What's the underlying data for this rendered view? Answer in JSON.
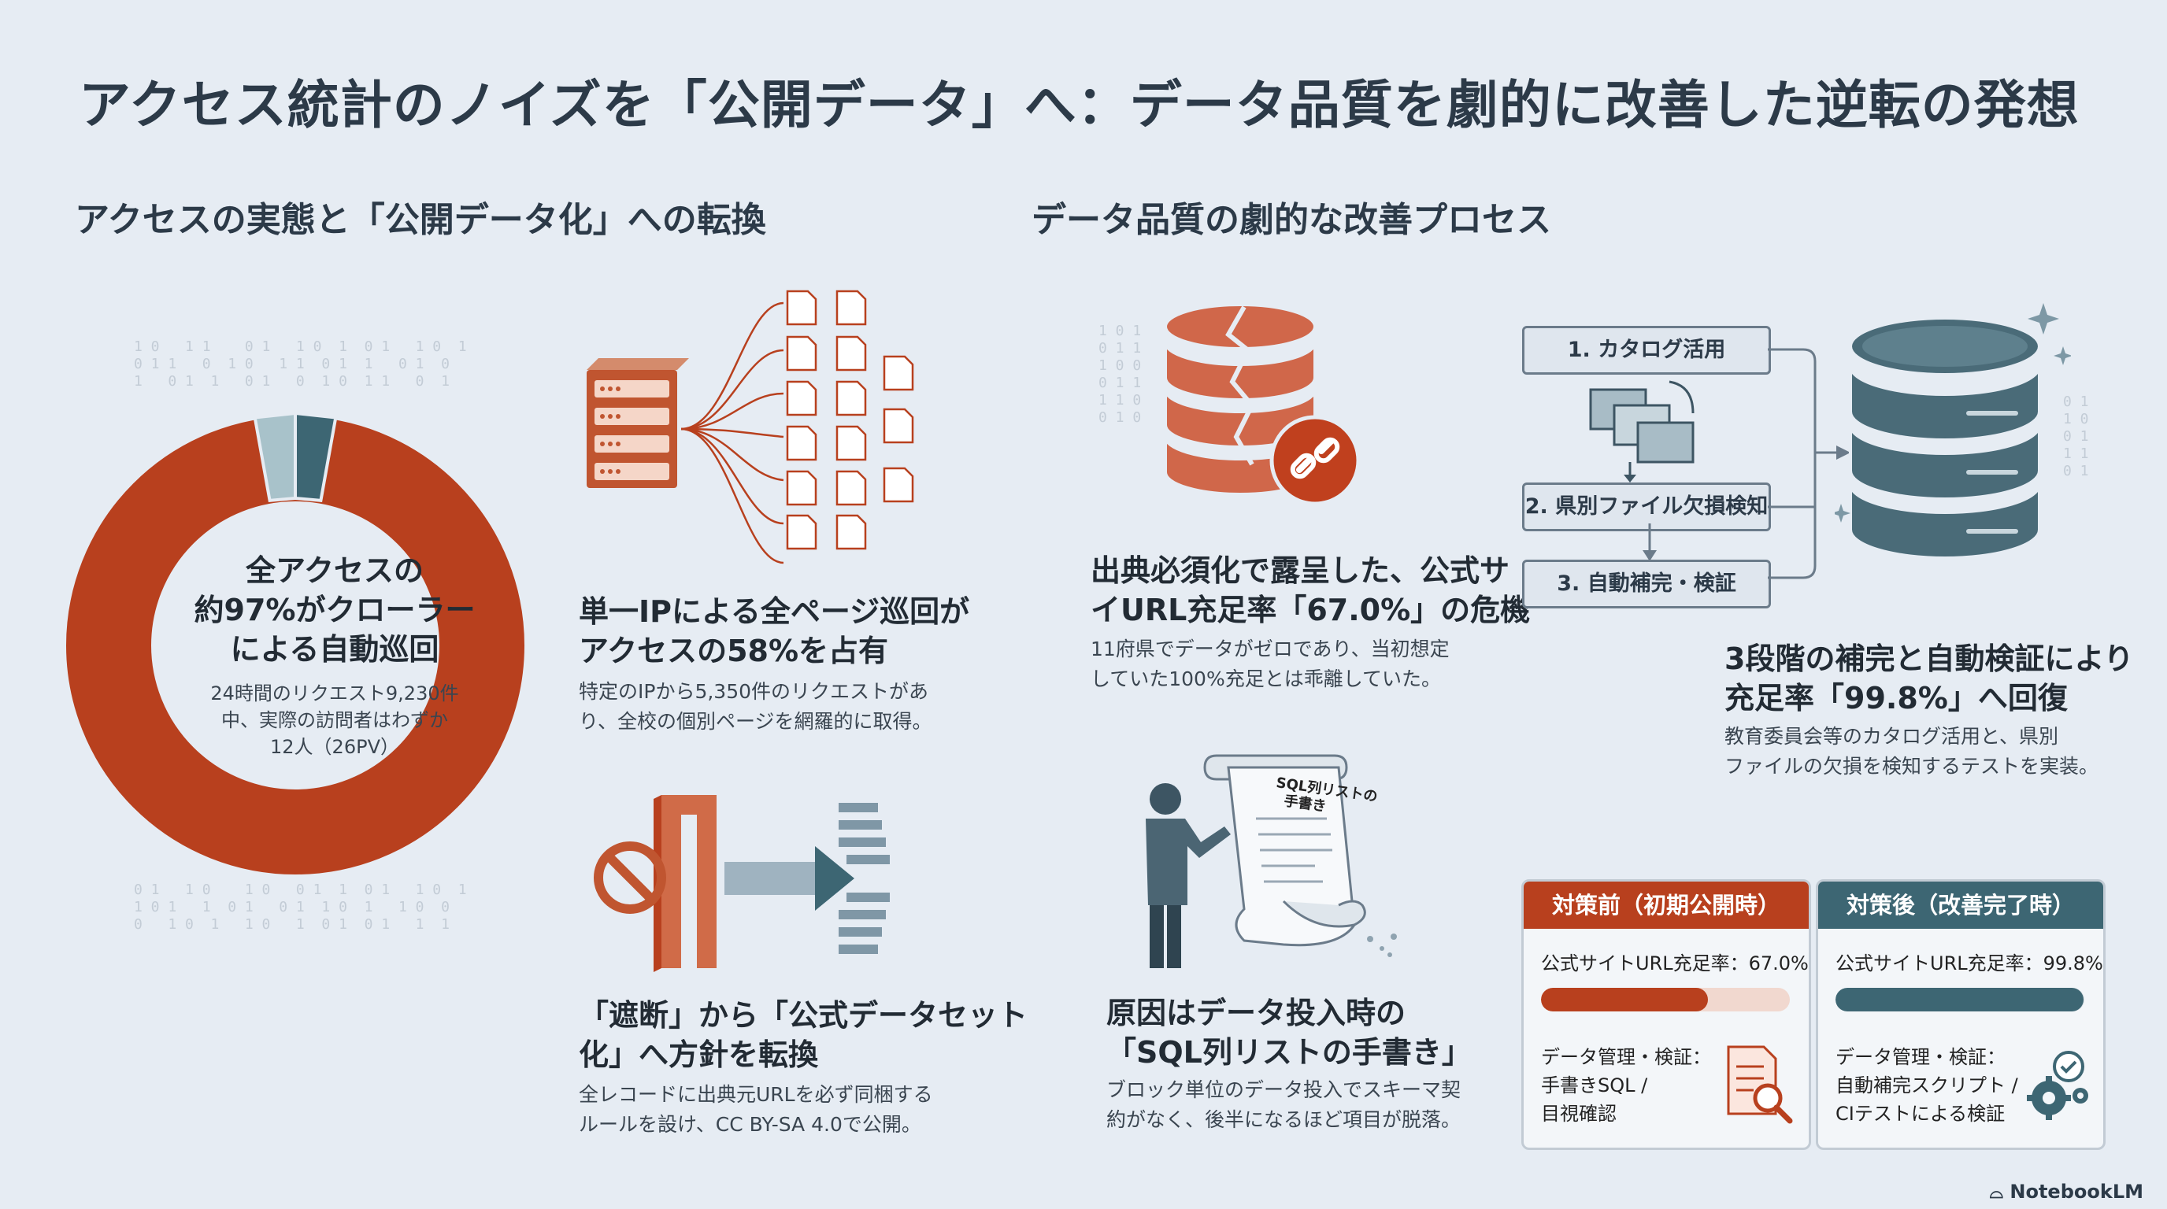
{
  "title": "アクセス統計のノイズを「公開データ」へ：データ品質を劇的に改善した逆転の発想",
  "left_section": {
    "heading": "アクセスの実態と「公開データ化」への転換",
    "donut": {
      "headline": [
        "全アクセスの",
        "約97%がクローラー",
        "による自動巡回"
      ],
      "detail": [
        "24時間のリクエスト9,230件",
        "中、実際の訪問者はわずか",
        "12人（26PV）"
      ]
    },
    "point1": {
      "title": [
        "単一IPによる全ページ巡回が",
        "アクセスの58%を占有"
      ],
      "body": [
        "特定のIPから5,350件のリクエストがあ",
        "り、全校の個別ページを網羅的に取得。"
      ]
    },
    "point2": {
      "title": [
        "「遮断」から「公式データセット",
        "化」へ方針を転換"
      ],
      "body": [
        "全レコードに出典元URLを必ず同梱する",
        "ルールを設け、CC BY-SA 4.0で公開。"
      ]
    }
  },
  "right_section": {
    "heading": "データ品質の劇的な改善プロセス",
    "crisis": {
      "title": [
        "出典必須化で露呈した、公式サ",
        "イURL充足率「67.0%」の危機"
      ],
      "body": [
        "11府県でデータがゼロであり、当初想定",
        "していた100%充足とは乖離していた。"
      ]
    },
    "cause": {
      "scroll_text": [
        "SQL列リストの",
        "手書き"
      ],
      "title": [
        "原因はデータ投入時の",
        "「SQL列リストの手書き」"
      ],
      "body": [
        "ブロック単位のデータ投入でスキーマ契",
        "約がなく、後半になるほど項目が脱落。"
      ]
    },
    "steps": [
      "1. カタログ活用",
      "2. 県別ファイル欠損検知",
      "3. 自動補完・検証"
    ],
    "result": {
      "title": [
        "3段階の補完と自動検証により",
        "充足率「99.8%」へ回復"
      ],
      "body": [
        "教育委員会等のカタログ活用と、県別",
        "ファイルの欠損を検知するテストを実装。"
      ]
    },
    "before_card": {
      "header": "対策前（初期公開時）",
      "rate_label": "公式サイトURL充足率：67.0%",
      "rate": 0.67,
      "method": [
        "データ管理・検証：",
        "手書きSQL /",
        "目視確認"
      ]
    },
    "after_card": {
      "header": "対策後（改善完了時）",
      "rate_label": "公式サイトURL充足率：99.8%",
      "rate": 0.998,
      "method": [
        "データ管理・検証：",
        "自動補完スクリプト /",
        "CIテストによる検証"
      ]
    }
  },
  "branding": "NotebookLM",
  "colors": {
    "accent_red": "#b8401e",
    "accent_teal": "#3d6673",
    "light_teal": "#a8c2ca",
    "background": "#e6ecf3"
  }
}
